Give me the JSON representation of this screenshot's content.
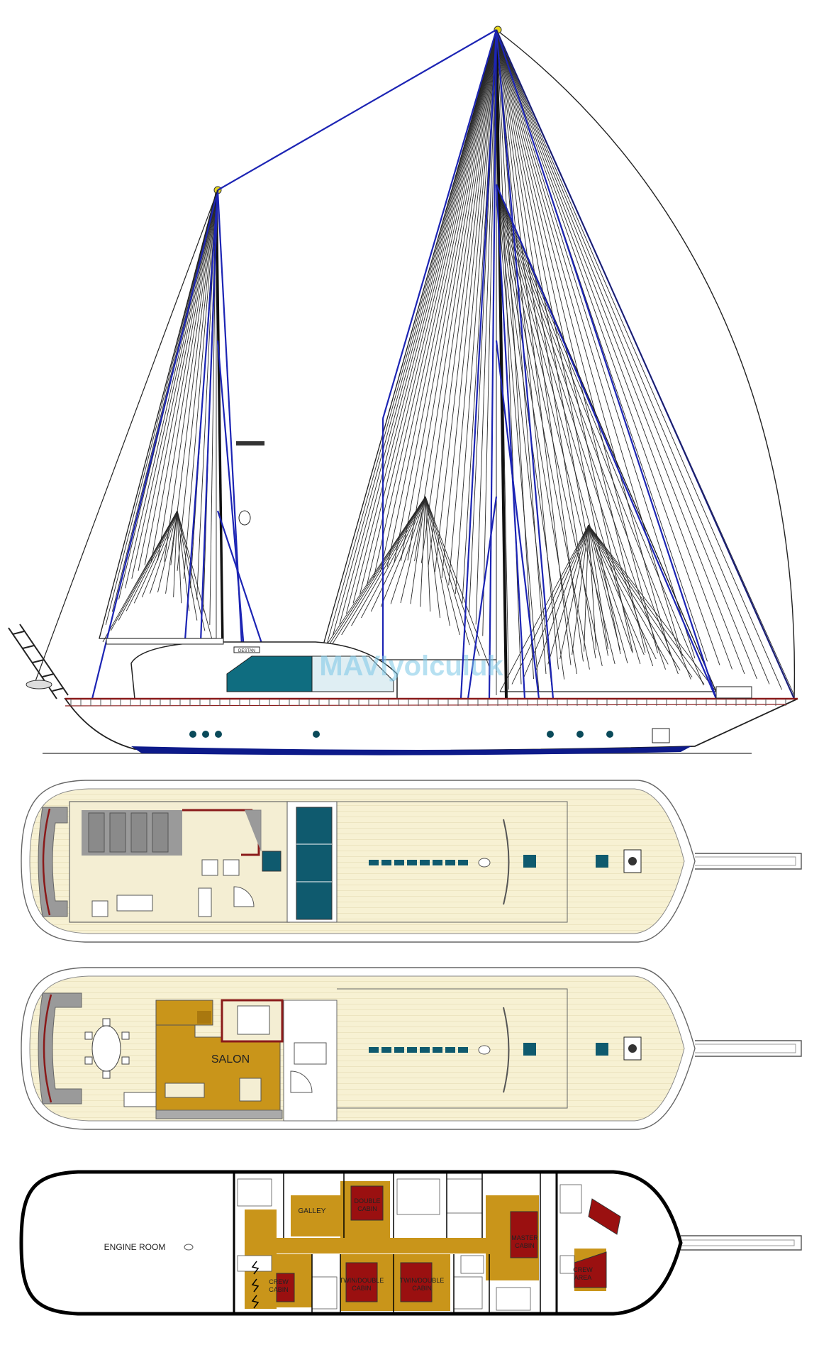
{
  "watermark": "MAVIyolculuk",
  "profile": {
    "hull_name": "DESTAN",
    "colors": {
      "rigging": "#1c24b4",
      "sail_line": "#2a2a2a",
      "hull_stripe": "#0d1a8a",
      "window": "#0f6d80",
      "porthole": "#0a4a5a"
    }
  },
  "plans": {
    "upper_deck": {
      "colors": {
        "deck": "#f7f1d3",
        "bulwark": "#9a9a9a",
        "rail": "#8a1a1a",
        "hatch": "#0f5a6e"
      }
    },
    "main_deck": {
      "salon_label": "SALON",
      "colors": {
        "salon": "#c9951a",
        "salon_dark": "#a9780f"
      }
    },
    "lower_deck": {
      "engine_room_label": "ENGINE ROOM",
      "galley_label": "GALLEY",
      "double_cabin_label": [
        "DOUBLE",
        "CABIN"
      ],
      "master_cabin_label": [
        "MASTER",
        "CABIN"
      ],
      "crew_cabin_label": [
        "CREW",
        "CABIN"
      ],
      "twin_cabin_1_label": [
        "TWIN/DOUBLE",
        "CABIN"
      ],
      "twin_cabin_2_label": [
        "TWIN/DOUBLE",
        "CABIN"
      ],
      "crew_area_label": [
        "CREW",
        "AREA"
      ],
      "colors": {
        "bed": "#9a1010",
        "floor": "#c9951a"
      }
    }
  }
}
